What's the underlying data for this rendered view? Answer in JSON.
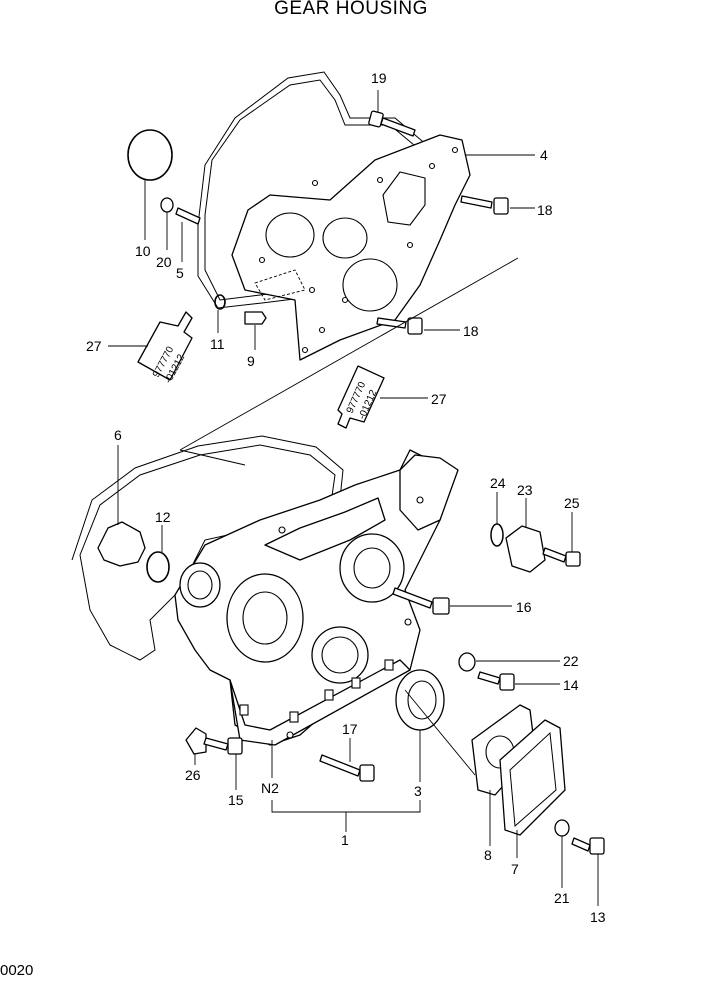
{
  "title": "GEAR HOUSING",
  "page_code": "0020",
  "callouts": [
    "19",
    "4",
    "18",
    "10",
    "20",
    "5",
    "11",
    "9",
    "27",
    "18",
    "27",
    "6",
    "12",
    "24",
    "23",
    "25",
    "16",
    "22",
    "14",
    "17",
    "26",
    "15",
    "N2",
    "3",
    "1",
    "8",
    "7",
    "21",
    "13"
  ]
}
